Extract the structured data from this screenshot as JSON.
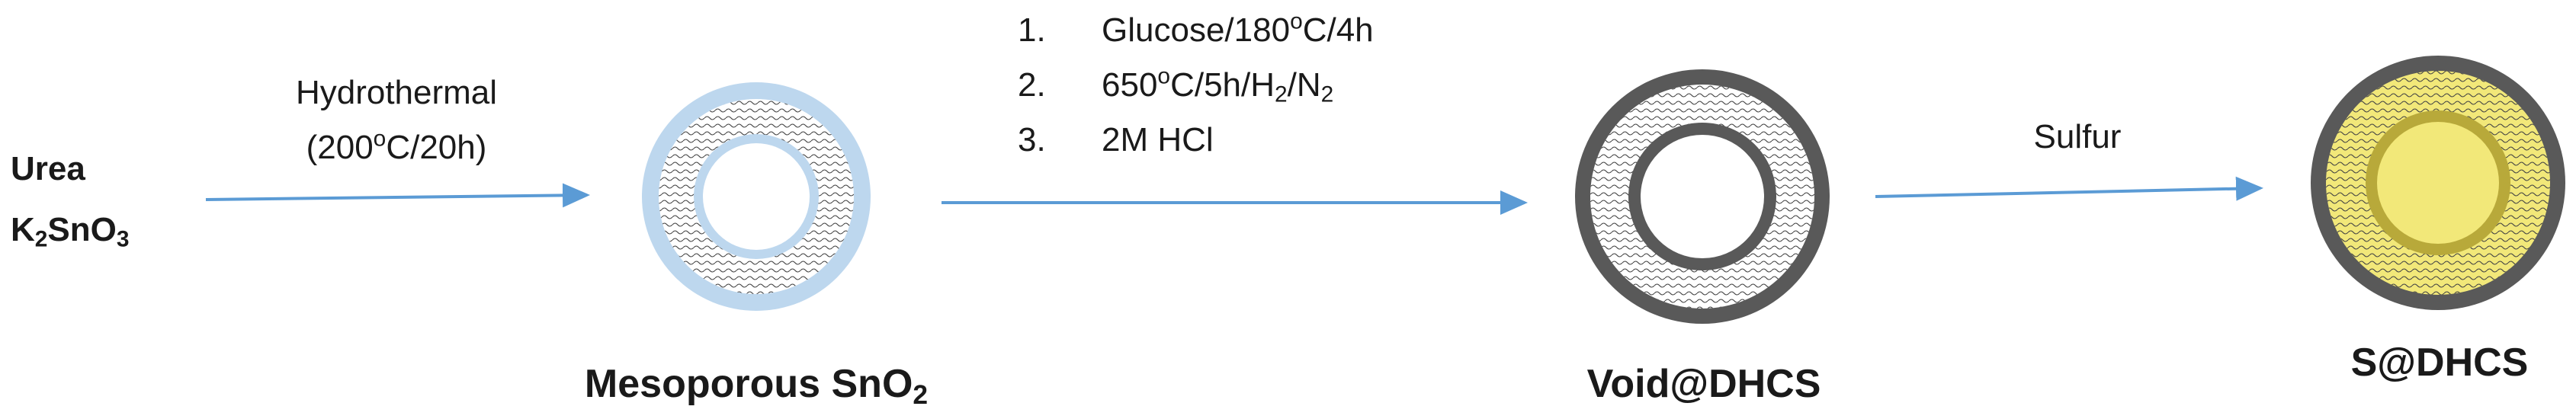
{
  "reactants": {
    "line1": "Urea",
    "line2": {
      "a": "K",
      "b": "2",
      "c": "SnO",
      "d": "3"
    }
  },
  "hydrothermal": {
    "label": "Hydrothermal",
    "cond": {
      "a": "(200",
      "b": "o",
      "c": "C/20h)"
    }
  },
  "steps": {
    "s1": {
      "num": "1.",
      "a": "Glucose/180",
      "b": "o",
      "c": "C/4h"
    },
    "s2": {
      "num": "2.",
      "a": "650",
      "b": "o",
      "c": "C/5h/H",
      "d": "2",
      "e": "/N",
      "f": "2"
    },
    "s3": {
      "num": "3.",
      "text": "2M HCl"
    }
  },
  "sulfur": {
    "label": "Sulfur"
  },
  "products": {
    "sno2": {
      "a": "Mesoporous SnO",
      "b": "2"
    },
    "void": "Void@DHCS",
    "sdhcs": "S@DHCS"
  },
  "colors": {
    "arrow": "#5b9bd5",
    "sno2_shell": "#bdd7ee",
    "carbon_shell": "#595959",
    "sulfur_fill": "#f2e879",
    "sulfur_ring": "#b8a93a"
  }
}
